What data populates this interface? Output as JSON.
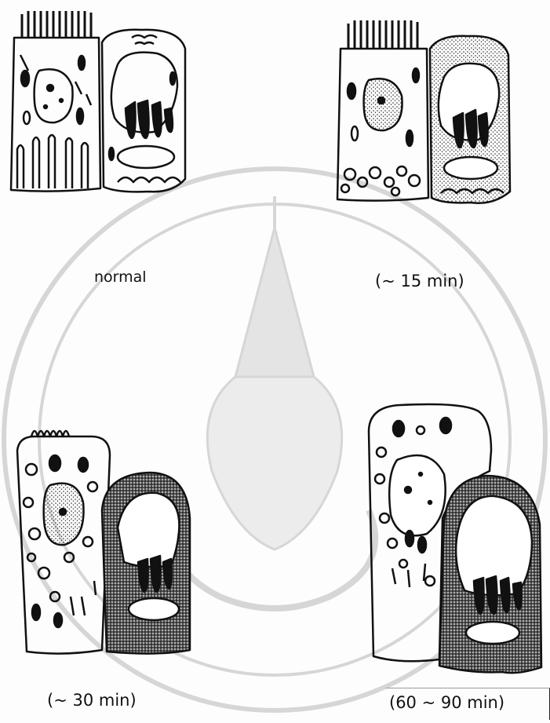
{
  "captions": {
    "normal": "normal",
    "min15": "(~ 15 min)",
    "min30": "(~ 30 min)",
    "min60": "(60 ~ 90 min)"
  },
  "colors": {
    "ink": "#111111",
    "watermark": "#d6d6d6",
    "background": "#fdfdfd"
  },
  "panels": [
    {
      "caption_key": "normal"
    },
    {
      "caption_key": "min15"
    },
    {
      "caption_key": "min30"
    },
    {
      "caption_key": "min60"
    }
  ]
}
